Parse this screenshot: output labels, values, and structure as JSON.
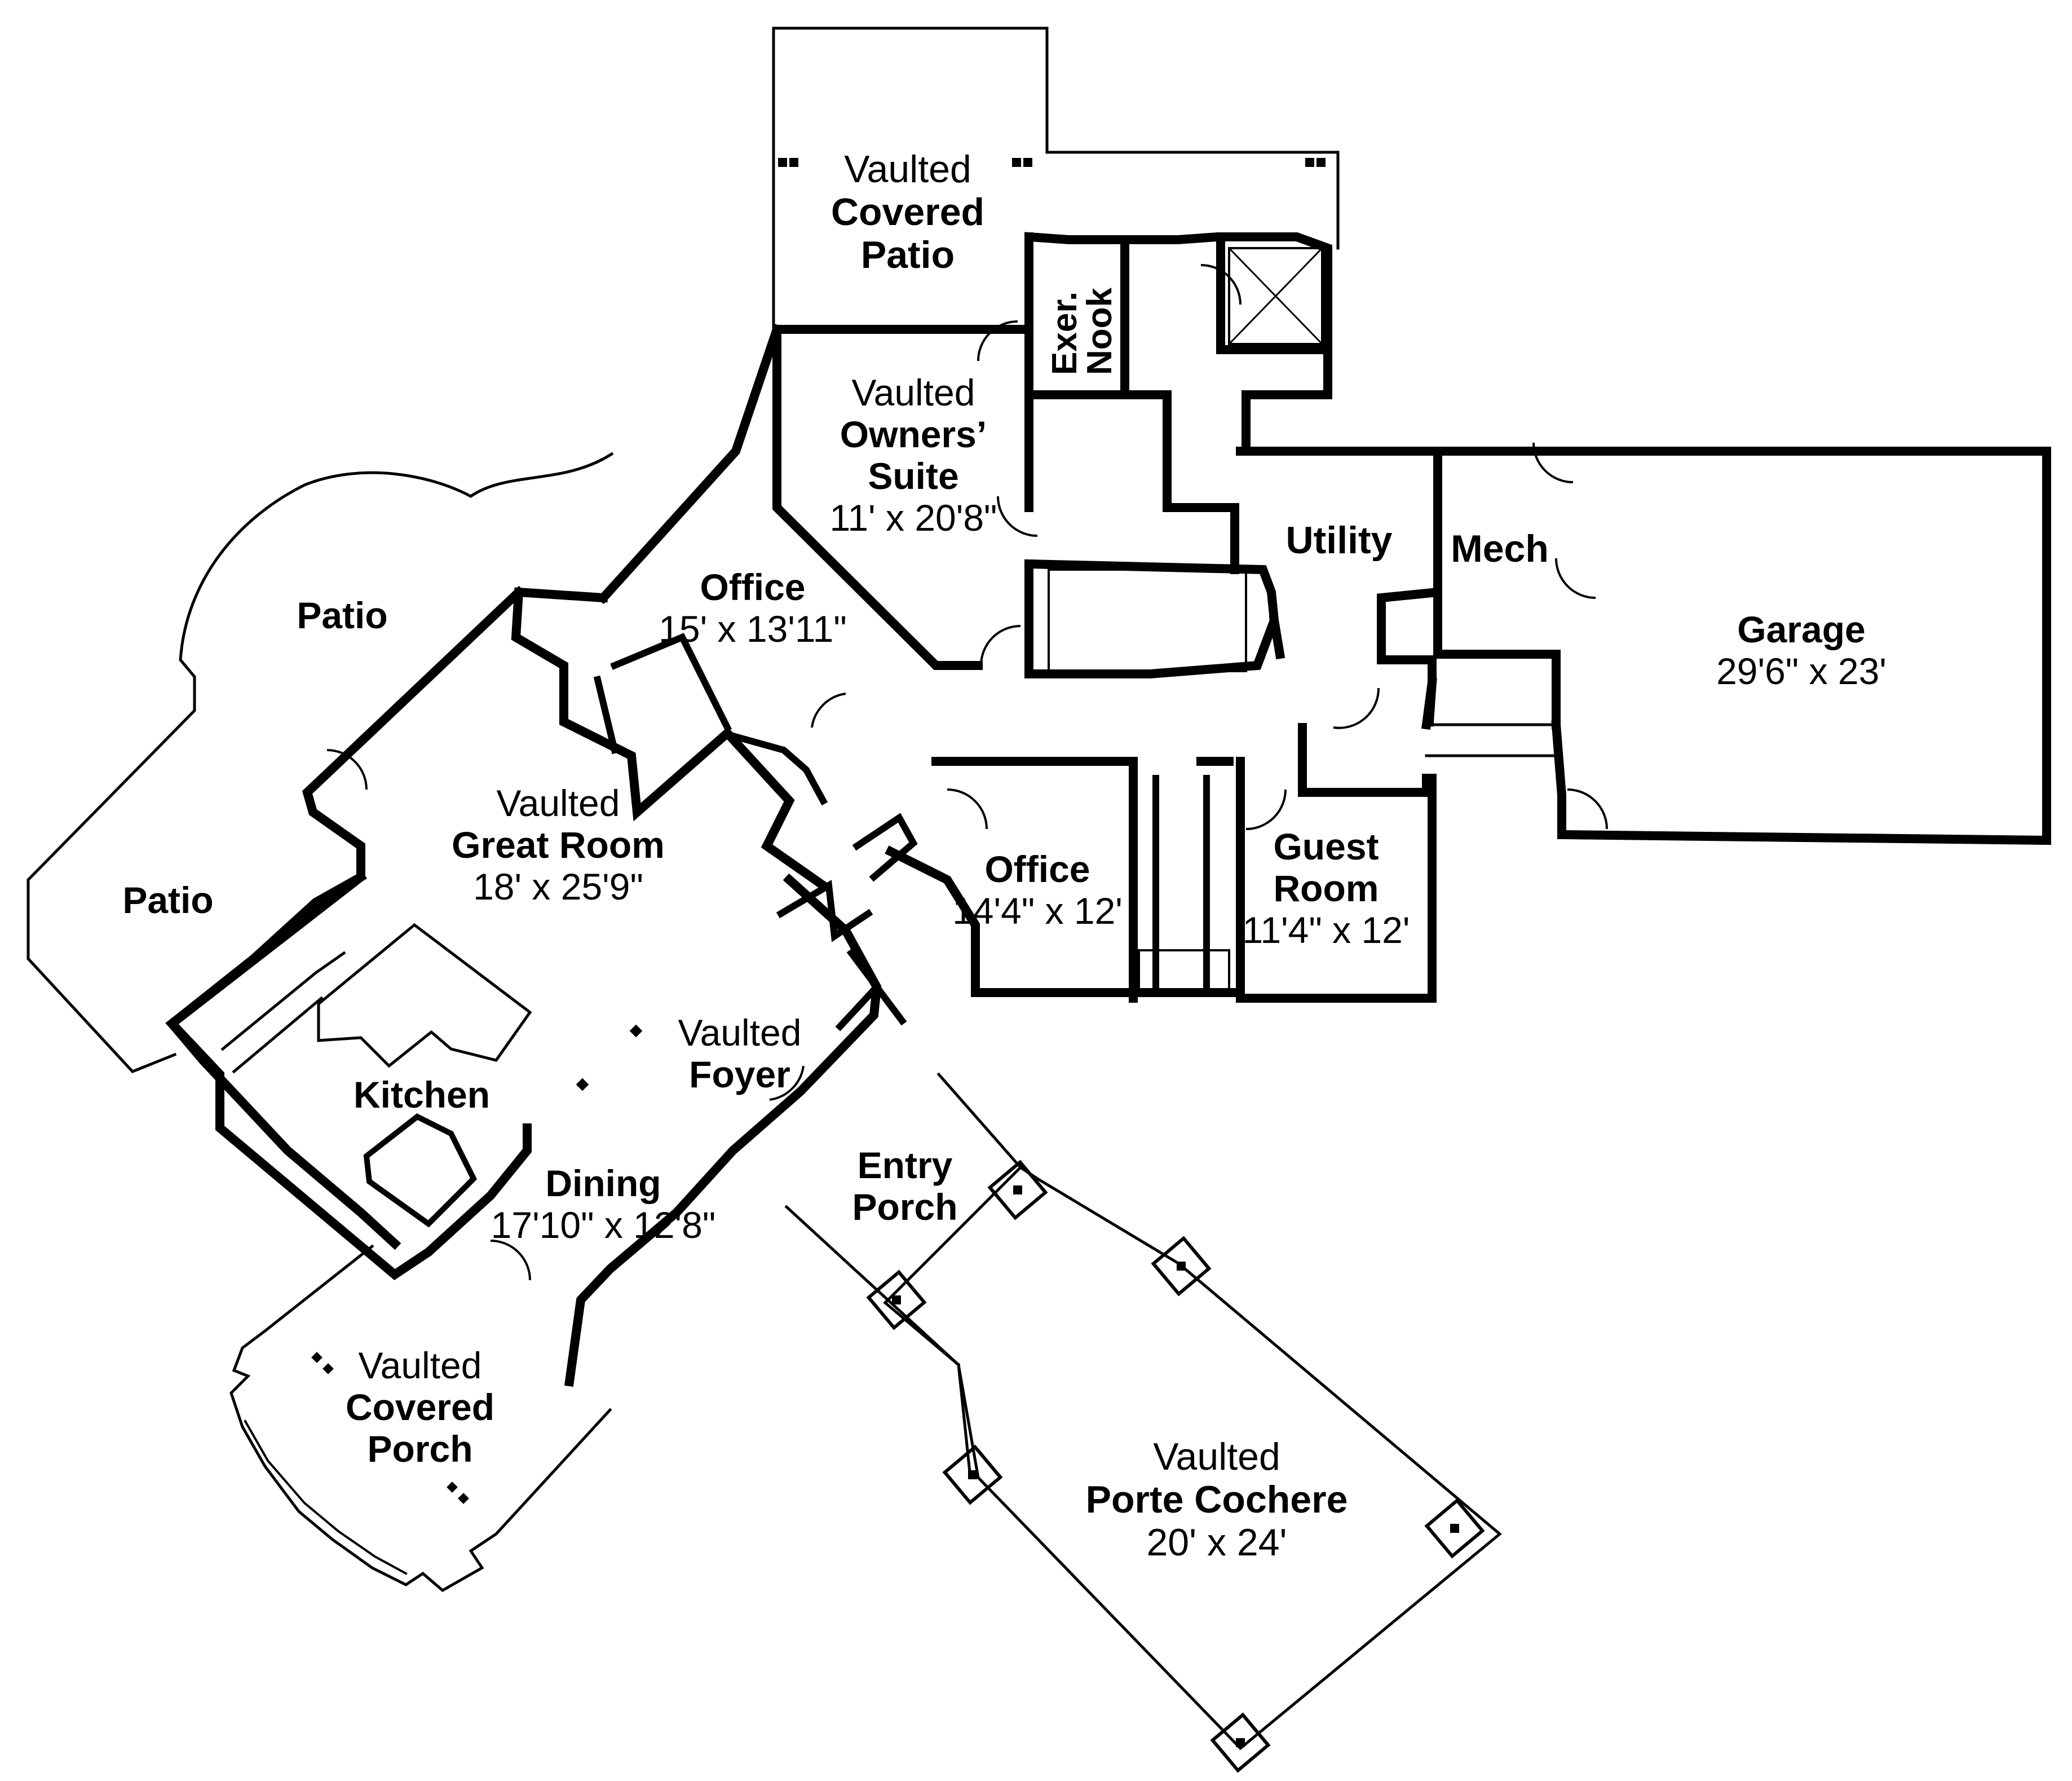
{
  "rooms": {
    "covered_patio_top": {
      "line1": "Vaulted",
      "line2": "Covered",
      "line3": "Patio"
    },
    "exer_nook": {
      "line1": "Exer.",
      "line2": "Nook"
    },
    "owners_suite": {
      "line1": "Vaulted",
      "line2": "Owners’",
      "line3": "Suite",
      "dims": "11' x 20'8\""
    },
    "utility": {
      "name": "Utility"
    },
    "mech": {
      "name": "Mech"
    },
    "garage": {
      "name": "Garage",
      "dims": "29'6\" x 23'"
    },
    "patio_upper": {
      "name": "Patio"
    },
    "patio_lower": {
      "name": "Patio"
    },
    "office_upper": {
      "name": "Office",
      "dims": "15' x 13'11\""
    },
    "great_room": {
      "line1": "Vaulted",
      "line2": "Great Room",
      "dims": "18' x 25'9\""
    },
    "office_lower": {
      "name": "Office",
      "dims": "14'4\" x 12'"
    },
    "guest_room": {
      "line1": "Guest",
      "line2": "Room",
      "dims": "11'4\" x 12'"
    },
    "kitchen": {
      "name": "Kitchen"
    },
    "foyer": {
      "line1": "Vaulted",
      "line2": "Foyer"
    },
    "dining": {
      "name": "Dining",
      "dims": "17'10\" x 12'8\""
    },
    "entry_porch": {
      "line1": "Entry",
      "line2": "Porch"
    },
    "covered_porch": {
      "line1": "Vaulted",
      "line2": "Covered",
      "line3": "Porch"
    },
    "porte_cochere": {
      "line1": "Vaulted",
      "line2": "Porte Cochere",
      "dims": "20' x 24'"
    }
  }
}
